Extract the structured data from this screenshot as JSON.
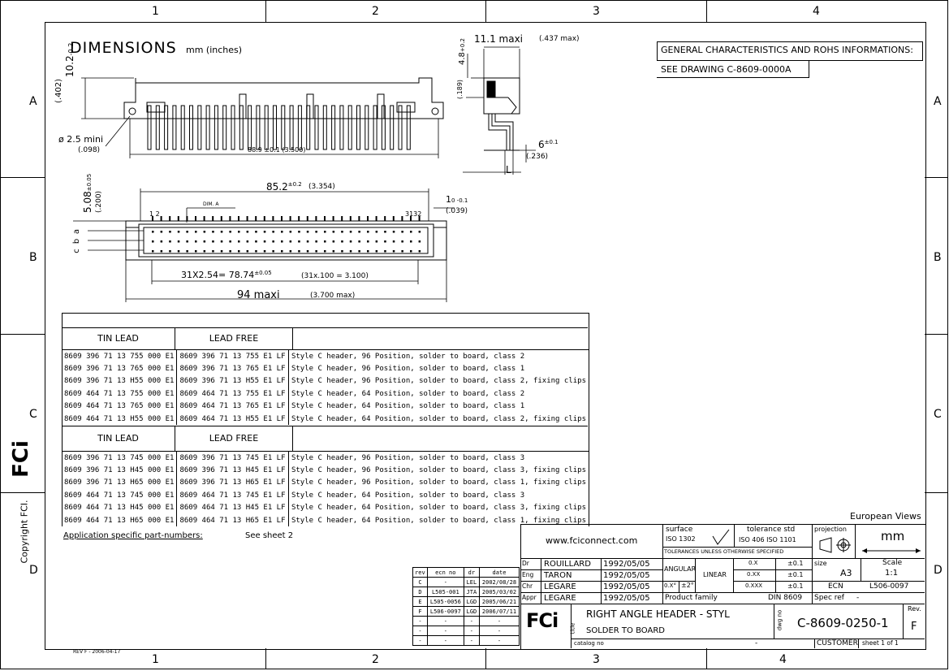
{
  "zones": {
    "cols": [
      "1",
      "2",
      "3",
      "4"
    ],
    "rows": [
      "A",
      "B",
      "C",
      "D"
    ]
  },
  "drawing": {
    "title": "DIMENSIONS",
    "units_note": "mm (inches)",
    "dim_height": "10.2",
    "dim_height_tol": "-0.2",
    "dim_height_in": "(.402)",
    "dim_hole": "ø 2.5 mini",
    "dim_hole_in": "(.098)",
    "dim_width_1": "88.9 ±0.1 (3.500)",
    "dim_top_width": "11.1 maxi",
    "dim_top_width_in": "(.437 max)",
    "dim_side_height": "4.8",
    "dim_side_tol": "+0.2",
    "dim_side_in": "(.189)",
    "dim_six": "6",
    "dim_six_tol": "±0.1",
    "dim_six_in": "(.236)",
    "dim_L": "L",
    "dim_852": "85.2",
    "dim_852_tol": "±0.2",
    "dim_852_in": "(3.354)",
    "dim_508": "5.08",
    "dim_508_tol": "±0.05",
    "dim_508_in": "(.200)",
    "dim_a": "DIM. A",
    "pin_12": "1 2",
    "pin_3132": "3132",
    "dim_one": "1",
    "dim_one_tol": "0 -0.1",
    "dim_one_in": "(.039)",
    "row_a": "a",
    "row_b": "b",
    "row_c": "c",
    "dim_pitch": "31X2.54= 78.74",
    "dim_pitch_tol": "±0.05",
    "dim_pitch_in": "(31x.100 = 3.100)",
    "dim_94": "94  maxi",
    "dim_94_in": "(3.700 max)"
  },
  "general": {
    "header": "GENERAL CHARACTERISTICS AND ROHS INFORMATIONS:",
    "see": "SEE DRAWING C-8609-0000A"
  },
  "parts_table": {
    "group1": {
      "col_tin": "TIN LEAD",
      "col_free": "LEAD FREE",
      "rows": [
        [
          "8609 396 71 13 755 000 E1",
          "8609 396 71 13 755 E1 LF",
          "Style C header, 96 Position, solder to board, class 2"
        ],
        [
          "8609 396 71 13 765 000 E1",
          "8609 396 71 13 765 E1 LF",
          "Style C header, 96 Position, solder to board, class 1"
        ],
        [
          "8609 396 71 13 H55 000 E1",
          "8609 396 71 13 H55 E1 LF",
          "Style C header, 96 Position, solder to board, class 2, fixing clips"
        ],
        [
          "8609 464 71 13 755 000 E1",
          "8609 464 71 13 755 E1 LF",
          "Style C header, 64 Position, solder to board, class 2"
        ],
        [
          "8609 464 71 13 765 000 E1",
          "8609 464 71 13 765 E1 LF",
          "Style C header, 64 Position, solder to board, class 1"
        ],
        [
          "8609 464 71 13 H55 000 E1",
          "8609 464 71 13 H55 E1 LF",
          "Style C header, 64 Position, solder to board, class 2, fixing clips"
        ]
      ]
    },
    "group2": {
      "col_tin": "TIN LEAD",
      "col_free": "LEAD FREE",
      "rows": [
        [
          "8609 396 71 13 745 000 E1",
          "8609 396 71 13 745 E1 LF",
          "Style C header, 96 Position, solder to board, class 3"
        ],
        [
          "8609 396 71 13 H45 000 E1",
          "8609 396 71 13 H45 E1 LF",
          "Style C header, 96 Position, solder to board, class 3, fixing clips"
        ],
        [
          "8609 396 71 13 H65 000 E1",
          "8609 396 71 13 H65 E1 LF",
          "Style C header, 96 Position, solder to board, class 1, fixing clips"
        ],
        [
          "8609 464 71 13 745 000 E1",
          "8609 464 71 13 745 E1 LF",
          "Style C header, 64 Position, solder to board, class 3"
        ],
        [
          "8609 464 71 13 H45 000 E1",
          "8609 464 71 13 H45 E1 LF",
          "Style C header, 64 Position, solder to board, class 3, fixing clips"
        ],
        [
          "8609 464 71 13 H65 000 E1",
          "8609 464 71 13 H65 E1 LF",
          "Style C header, 64 Position, solder to board, class 1, fixing clips"
        ]
      ]
    },
    "app_label": "Application specific part-numbers:",
    "app_value": "See sheet 2"
  },
  "european_views": "European Views",
  "copyright": "Copyright FCI.",
  "rev_footer": "REV F - 2006-04-17",
  "revisions": {
    "headers": [
      "rev",
      "ecn no",
      "dr",
      "date"
    ],
    "rows": [
      [
        "C",
        "-",
        "LEL",
        "2002/08/28"
      ],
      [
        "D",
        "L505-001",
        "JTA",
        "2005/03/02"
      ],
      [
        "E",
        "L505-0056",
        "LGD",
        "2005/06/21"
      ],
      [
        "F",
        "L506-0097",
        "LGD",
        "2006/07/11"
      ],
      [
        "-",
        "-",
        "-",
        "-"
      ],
      [
        "-",
        "-",
        "-",
        "-"
      ],
      [
        "-",
        "-",
        "-",
        "-"
      ]
    ]
  },
  "titleblock": {
    "website": "www.fciconnect.com",
    "surface_label": "surface",
    "surface_value": "ISO 1302",
    "tol_label": "tolerance std",
    "tol_value": "ISO 406  ISO 1101",
    "tol_note": "TOLERANCES UNLESS OTHERWISE SPECIFIED",
    "projection_label": "projection",
    "units": "mm",
    "people": [
      [
        "Dr",
        "ROUILLARD",
        "1992/05/05"
      ],
      [
        "Eng",
        "TARON",
        "1992/05/05"
      ],
      [
        "Chr",
        "LEGARE",
        "1992/05/05"
      ],
      [
        "Appr",
        "LEGARE",
        "1992/05/05"
      ]
    ],
    "angular": "ANGULAR",
    "angular_x": "0.X°",
    "angular_tol": "±2°",
    "linear": "LINEAR",
    "lin_rows": [
      [
        "0.X",
        "±0.1"
      ],
      [
        "0.XX",
        "±0.1"
      ],
      [
        "0.XXX",
        "±0.1"
      ]
    ],
    "size_label": "size",
    "size_value": "A3",
    "scale_label": "Scale",
    "scale_value": "1:1",
    "ecn_label": "ECN",
    "ecn_value": "L506-0097",
    "product_family_label": "Product family",
    "product_family_value": "DIN 8609",
    "spec_label": "Spec ref",
    "spec_value": "-",
    "title_label": "title",
    "title_line1": "RIGHT ANGLE HEADER - STYL",
    "title_line2": "SOLDER TO BOARD",
    "dwg_label": "dwg no",
    "dwg_value": "C-8609-0250-1",
    "rev_label": "Rev.",
    "rev_value": "F",
    "catalog_label": "catalog no",
    "catalog_value": "-",
    "customer": "CUSTOMER",
    "sheet": "sheet  1  of  1",
    "logo": "FCi"
  }
}
